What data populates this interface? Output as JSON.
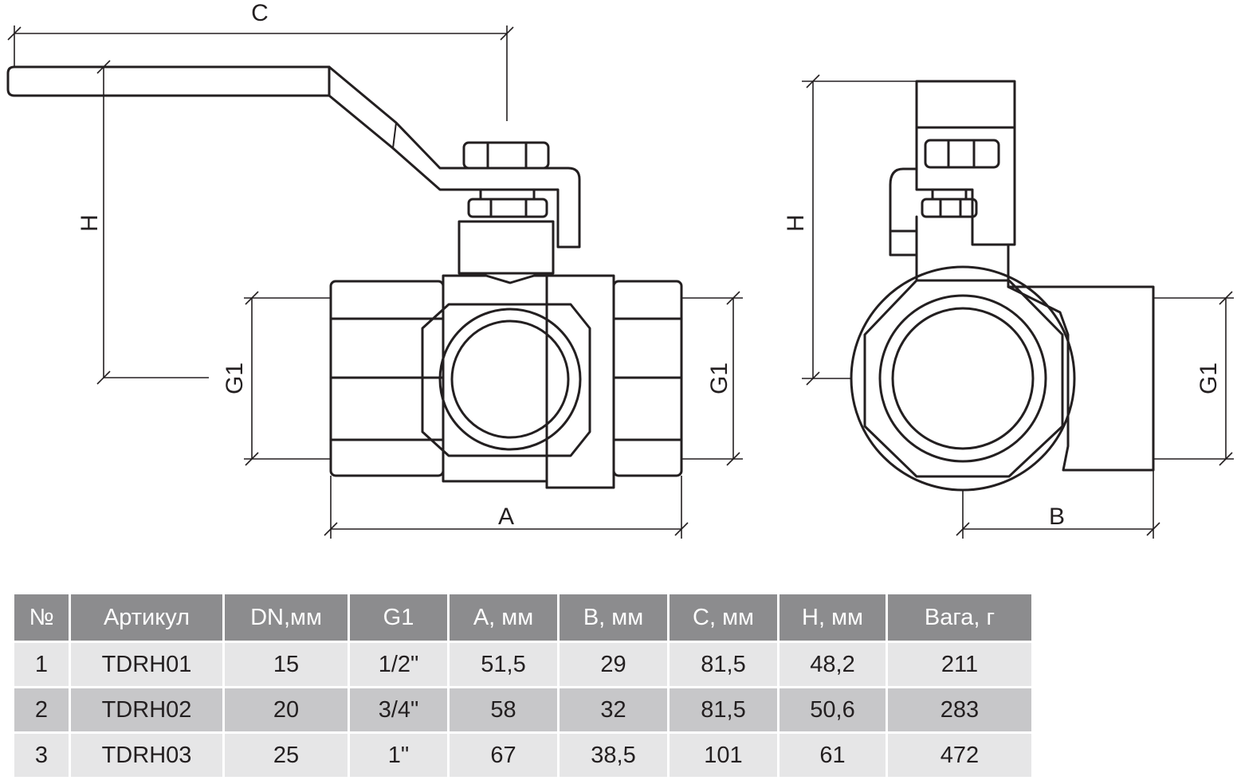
{
  "dimension_labels": {
    "C": "C",
    "H_left": "H",
    "G1_left": "G1",
    "G1_mid": "G1",
    "A": "A",
    "H_right": "H",
    "G1_right": "G1",
    "B": "B"
  },
  "table": {
    "headers": [
      "№",
      "Артикул",
      "DN,мм",
      "G1",
      "А, мм",
      "В, мм",
      "С, мм",
      "Н, мм",
      "Вага, г"
    ],
    "rows": [
      [
        "1",
        "TDRH01",
        "15",
        "1/2\"",
        "51,5",
        "29",
        "81,5",
        "48,2",
        "211"
      ],
      [
        "2",
        "TDRH02",
        "20",
        "3/4\"",
        "58",
        "32",
        "81,5",
        "50,6",
        "283"
      ],
      [
        "3",
        "TDRH03",
        "25",
        "1\"",
        "67",
        "38,5",
        "101",
        "61",
        "472"
      ]
    ]
  }
}
